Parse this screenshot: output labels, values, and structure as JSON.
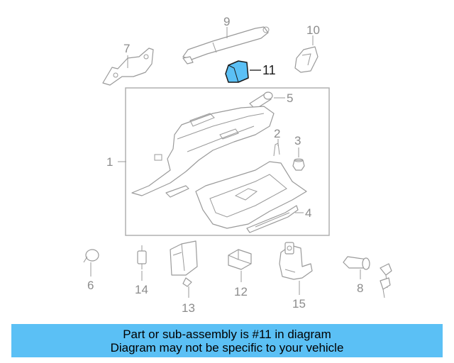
{
  "diagram": {
    "callouts": [
      "1",
      "2",
      "3",
      "4",
      "5",
      "6",
      "7",
      "8",
      "9",
      "10",
      "11",
      "12",
      "13",
      "14",
      "15"
    ],
    "highlighted_part": "11",
    "highlight_color": "#5bc0f5"
  },
  "banner": {
    "line1": "Part or sub-assembly is #11 in diagram",
    "line2": "Diagram may not be specific to your vehicle",
    "background": "#5bc0f5"
  }
}
